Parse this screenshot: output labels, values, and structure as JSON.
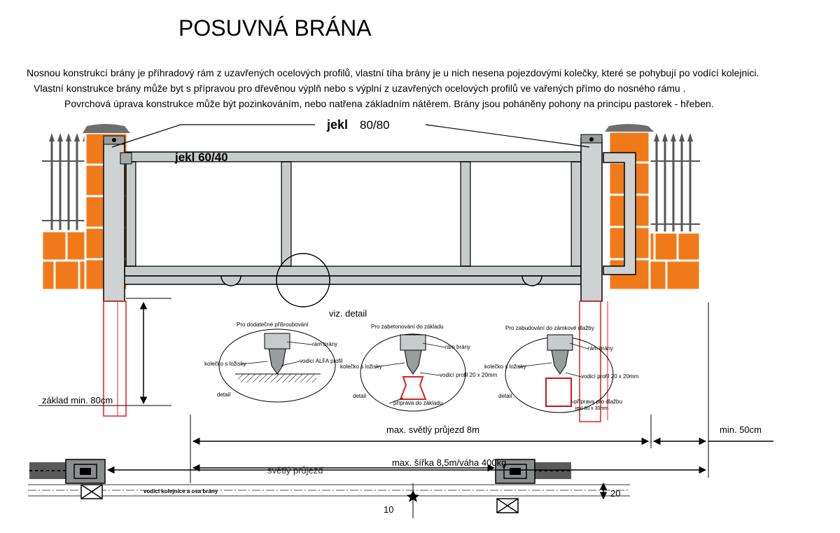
{
  "title": "POSUVNÁ BRÁNA",
  "intro": [
    "Nosnou konstrukcí brány je příhradový rám z uzavřených ocelových profilů, vlastní tíha brány je u nich nesena pojezdovými kolečky, které se pohybují po vodící kolejnici.",
    "Vlastní konstrukce brány může byt s přípravou pro dřevěnou výplň nebo s výplní z uzavřených ocelových profilů ve vařených  přímo do nosného rámu .",
    "Povrchová  úprava konstrukce  může být pozinkováním, nebo natřena základním nátěrem. Brány jsou poháněny  pohony na principu pastorek - hřeben."
  ],
  "labels": {
    "jekl_80_prefix": "jekl",
    "jekl_80_value": "80/80",
    "jekl_60": "jekl 60/40",
    "viz_detail": "viz. detail",
    "zaklad": "základ min. 80cm",
    "max_pruzjezd": "max. světlý průjezd 8m",
    "min_50": "min. 50cm",
    "max_sirka": "max. šířka 8,5m/váha 400kg",
    "svetly_pruzjezd": "světlý průjezd",
    "vodici_kolejnice": "vodicí kolejnice a osa brány",
    "dim_20": "20",
    "dim_10": "10"
  },
  "details": [
    {
      "heading": "Pro dodatečné přišroubování",
      "ram": "rám brány",
      "kolecko": "kolečko s ložisky",
      "profil": "vodicí ALFA profil",
      "detail": "detail"
    },
    {
      "heading": "Pro zabetonování do základu",
      "ram": "rám brány",
      "kolecko": "kolečko s ložisky",
      "profil": "vodicí profil 20 x 20mm",
      "priprava": "příprava do základu",
      "detail": "detail"
    },
    {
      "heading": "Pro zabudování do zámkové dlažby",
      "ram": "rám brány",
      "kolecko": "kolečko s ložisky",
      "profil": "vodicí profil 20 x 20mm",
      "priprava": "příprava pro dlažbu",
      "priprava_sub": "jekl 80 x 30mm",
      "detail": "detail"
    }
  ],
  "colors": {
    "brick": "#f07a1a",
    "brick_mortar": "#ffffff",
    "post": "#cfd2d3",
    "cap": "#6e6e6e",
    "frame": "#c8cbcc",
    "outline": "#000000",
    "foundation": "#e0201e",
    "fence": "#555555"
  }
}
